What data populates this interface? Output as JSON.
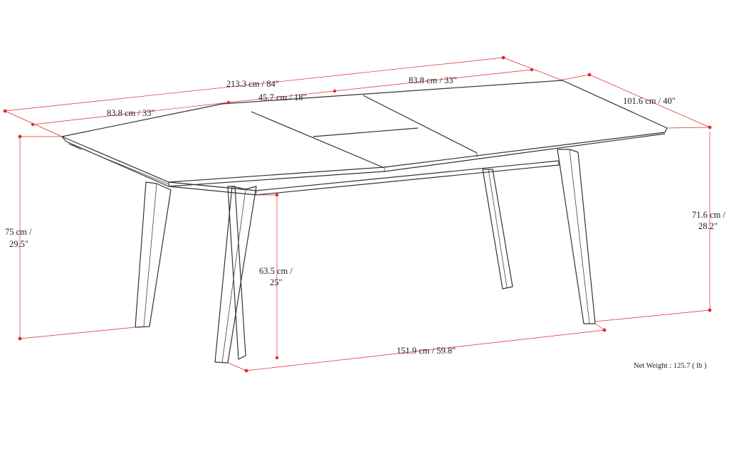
{
  "dimensions": {
    "overall_length": "213.3 cm / 84\"",
    "left_leaf_length": "83.8 cm / 33\"",
    "right_leaf_length": "83.8 cm / 33\"",
    "center_leaf_length": "45.7 cm / 18\"",
    "depth": "101.6 cm / 40\"",
    "height_line1": "75 cm /",
    "height_line2": "29.5\"",
    "apron_height_line1": "71.6 cm /",
    "apron_height_line2": "28.2\"",
    "clearance_line1": "63.5 cm /",
    "clearance_line2": "25\"",
    "leg_span": "151.9 cm / 59.8\""
  },
  "net_weight": "Net Weight : 125.7 ( lb )",
  "colors": {
    "outline": "#333333",
    "dimension": "#e0282a"
  }
}
